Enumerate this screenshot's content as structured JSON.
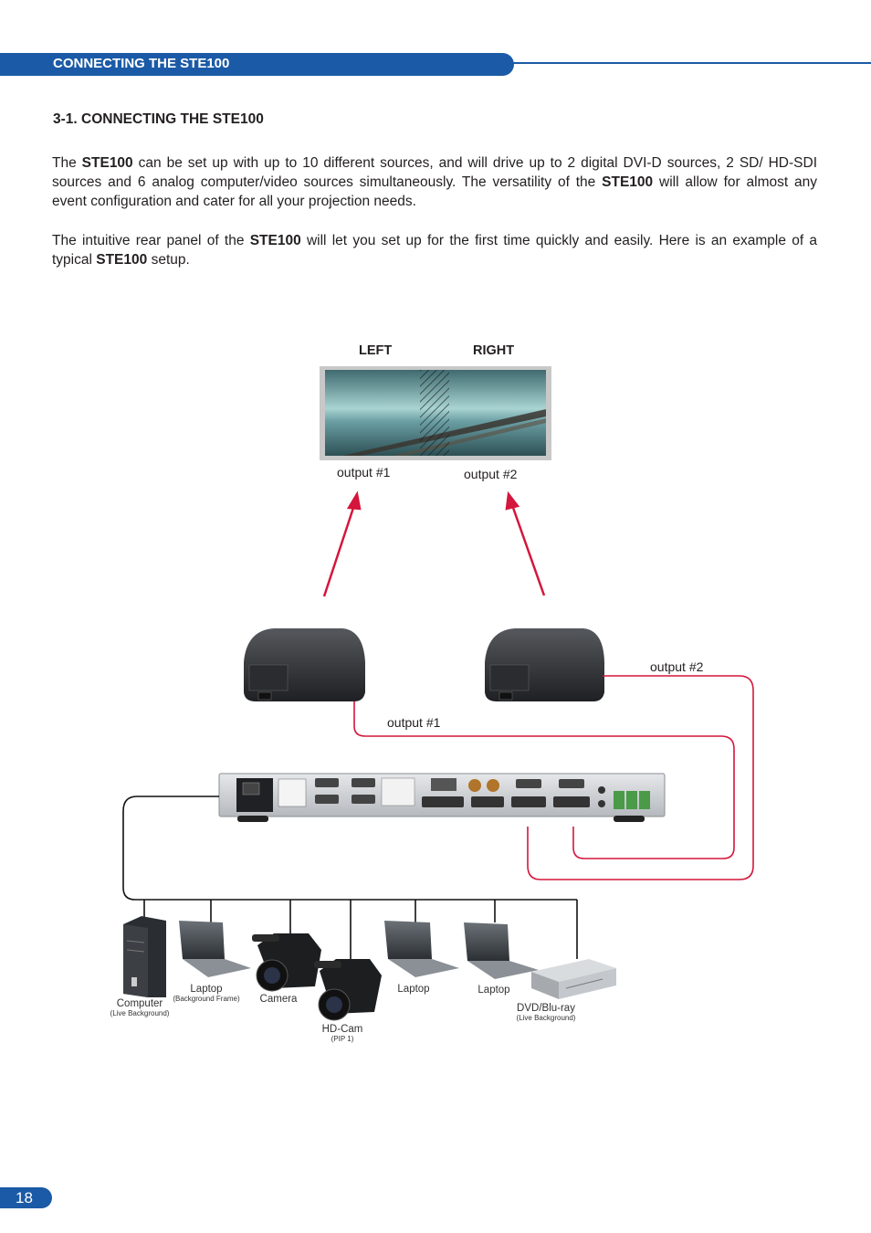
{
  "header": {
    "title": "CONNECTING THE STE100"
  },
  "section": {
    "title": "3-1. CONNECTING THE STE100"
  },
  "paragraphs": {
    "p1": {
      "t1": "The ",
      "b1": "STE100",
      "t2": " can be set up with up to 10 different sources, and will drive up to 2 digital DVI-D sources, 2 SD/ HD-SDI sources and 6 analog computer/video sources simultaneously. The versatility of the ",
      "b2": "STE100",
      "t3": " will allow for almost any event configuration and cater for all your projection needs."
    },
    "p2": {
      "t1": "The intuitive rear panel of the ",
      "b1": "STE100",
      "t2": " will let you set up for the first time quickly and easily. Here is an example of a typical ",
      "b2": "STE100",
      "t3": " setup."
    }
  },
  "diagram": {
    "screen": {
      "left_label": "LEFT",
      "right_label": "RIGHT"
    },
    "labels": {
      "screen_output1": "output #1",
      "screen_output2": "output #2",
      "cable_output1": "output #1",
      "cable_output2": "output #2"
    },
    "sources": [
      {
        "name": "Computer",
        "sub": "(Live Background)"
      },
      {
        "name": "Laptop",
        "sub": "(Background Frame)"
      },
      {
        "name": "Camera",
        "sub": ""
      },
      {
        "name": "HD-Cam",
        "sub": "(PIP 1)"
      },
      {
        "name": "Laptop",
        "sub": ""
      },
      {
        "name": "Laptop",
        "sub": ""
      },
      {
        "name": "DVD/Blu-ray",
        "sub": "(Live Background)"
      }
    ],
    "colors": {
      "cable_red": "#d4163c",
      "arrow_red": "#d4163c",
      "brand_blue": "#1b5aa6"
    }
  },
  "page_number": "18"
}
